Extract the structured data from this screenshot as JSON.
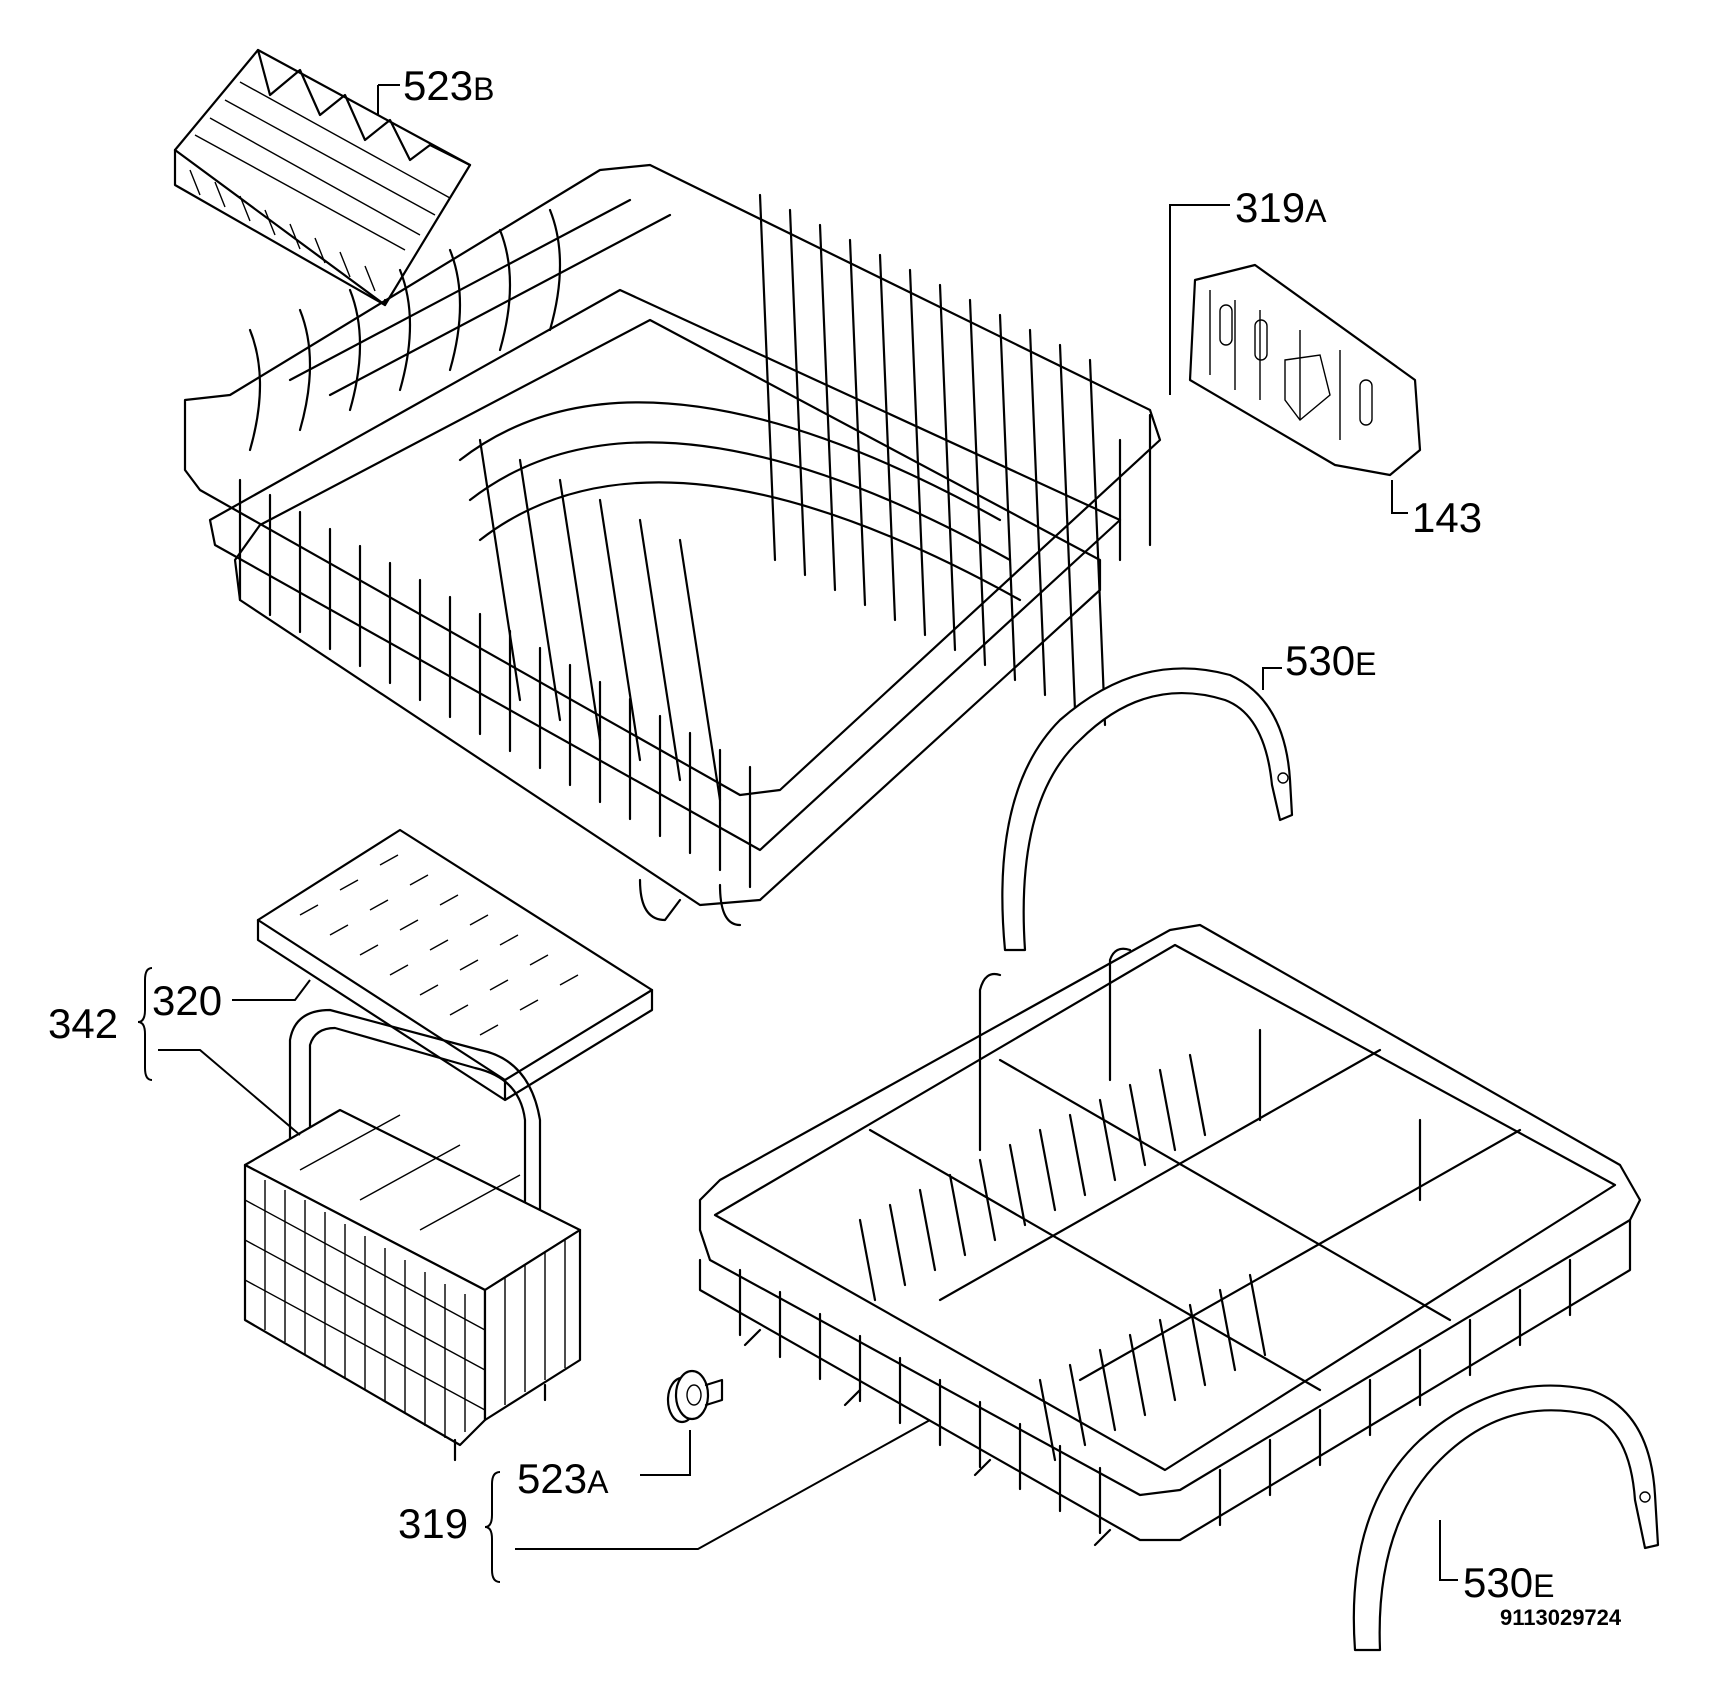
{
  "document_id": "9113029724",
  "labels": {
    "p523b": {
      "num": "523",
      "suffix": "B"
    },
    "p319a": {
      "num": "319",
      "suffix": "A"
    },
    "p143": {
      "num": "143",
      "suffix": ""
    },
    "p530e_top": {
      "num": "530",
      "suffix": "E"
    },
    "p530e_bottom": {
      "num": "530",
      "suffix": "E"
    },
    "p320": {
      "num": "320",
      "suffix": ""
    },
    "p342": {
      "num": "342",
      "suffix": ""
    },
    "p523a": {
      "num": "523",
      "suffix": "A"
    },
    "p319": {
      "num": "319",
      "suffix": ""
    }
  }
}
